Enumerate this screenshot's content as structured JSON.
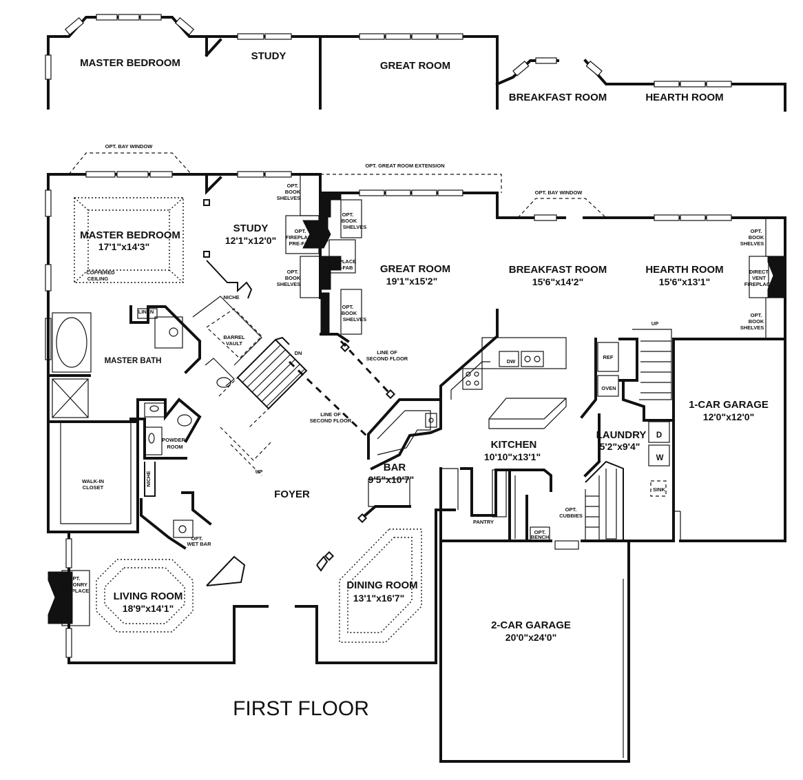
{
  "diagram": {
    "title": "FIRST FLOOR",
    "elevation_labels": {
      "master_bedroom": "MASTER BEDROOM",
      "study": "STUDY",
      "great_room": "GREAT ROOM",
      "breakfast_room": "BREAKFAST ROOM",
      "hearth_room": "HEARTH ROOM"
    },
    "rooms": {
      "master_bedroom": {
        "name": "MASTER BEDROOM",
        "size": "17'1\"x14'3\""
      },
      "study": {
        "name": "STUDY",
        "size": "12'1\"x12'0\""
      },
      "great_room": {
        "name": "GREAT ROOM",
        "size": "19'1\"x15'2\""
      },
      "breakfast_room": {
        "name": "BREAKFAST ROOM",
        "size": "15'6\"x14'2\""
      },
      "hearth_room": {
        "name": "HEARTH ROOM",
        "size": "15'6\"x13'1\""
      },
      "master_bath": {
        "name": "MASTER BATH"
      },
      "one_car_garage": {
        "name": "1-CAR GARAGE",
        "size": "12'0\"x12'0\""
      },
      "kitchen": {
        "name": "KITCHEN",
        "size": "10'10\"x13'1\""
      },
      "laundry": {
        "name": "LAUNDRY",
        "size": "5'2\"x9'4\""
      },
      "bar": {
        "name": "BAR",
        "size": "9'5\"x10'7\""
      },
      "foyer": {
        "name": "FOYER"
      },
      "living_room": {
        "name": "LIVING ROOM",
        "size": "18'9\"x14'1\""
      },
      "dining_room": {
        "name": "DINING ROOM",
        "size": "13'1\"x16'7\""
      },
      "two_car_garage": {
        "name": "2-CAR GARAGE",
        "size": "20'0\"x24'0\""
      }
    },
    "notes": {
      "opt_bay_window_1": "OPT. BAY WINDOW",
      "opt_great_room_extension": "OPT. GREAT ROOM EXTENSION",
      "opt_bay_window_2": "OPT. BAY WINDOW",
      "opt_book_shelves_1": [
        "OPT.",
        "BOOK",
        "SHELVES"
      ],
      "opt_book_shelves_2": [
        "OPT.",
        "BOOK",
        "SHELVES"
      ],
      "opt_book_shelves_3": [
        "OPT.",
        "BOOK",
        "SHELVES"
      ],
      "opt_book_shelves_4": [
        "OPT.",
        "BOOK",
        "SHELVES"
      ],
      "opt_book_shelves_5": [
        "OPT.",
        "BOOK",
        "SHELVES"
      ],
      "opt_book_shelves_6": [
        "OPT.",
        "BOOK",
        "SHELVES"
      ],
      "opt_fireplace_prefab": [
        "OPT.",
        "FIREPLACE",
        "PRE-FAB"
      ],
      "fireplace_prefab": [
        "FIREPLACE",
        "PRE-FAB"
      ],
      "direct_vent_fireplace": [
        "DIRECT",
        "VENT",
        "FIREPLACE"
      ],
      "coffered_ceiling": [
        "COFFERED",
        "CEILING"
      ],
      "niche_1": "NICHE",
      "niche_2": "NICHE",
      "barrel_vault": [
        "BARREL",
        "VAULT"
      ],
      "linen": "LINEN",
      "dn": "DN",
      "up_1": "UP",
      "up_2": "UP",
      "line_of_second_floor_1": [
        "LINE OF",
        "SECOND FLOOR"
      ],
      "line_of_second_floor_2": [
        "LINE OF",
        "SECOND FLOOR"
      ],
      "dw": "DW",
      "ref": "REF",
      "oven": "OVEN",
      "d": "D",
      "w": "W",
      "sink": "SINK",
      "pantry": "PANTRY",
      "opt_cubbies": [
        "OPT.",
        "CUBBIES"
      ],
      "opt_bench": [
        "OPT.",
        "BENCH"
      ],
      "powder_room": [
        "POWDER",
        "ROOM"
      ],
      "walk_in_closet": [
        "WALK-IN",
        "CLOSET"
      ],
      "opt_wet_bar": [
        "OPT.",
        "WET BAR"
      ],
      "opt_masonry_fireplace": [
        "OPT.",
        "MASONRY",
        "FIREPLACE"
      ]
    }
  }
}
